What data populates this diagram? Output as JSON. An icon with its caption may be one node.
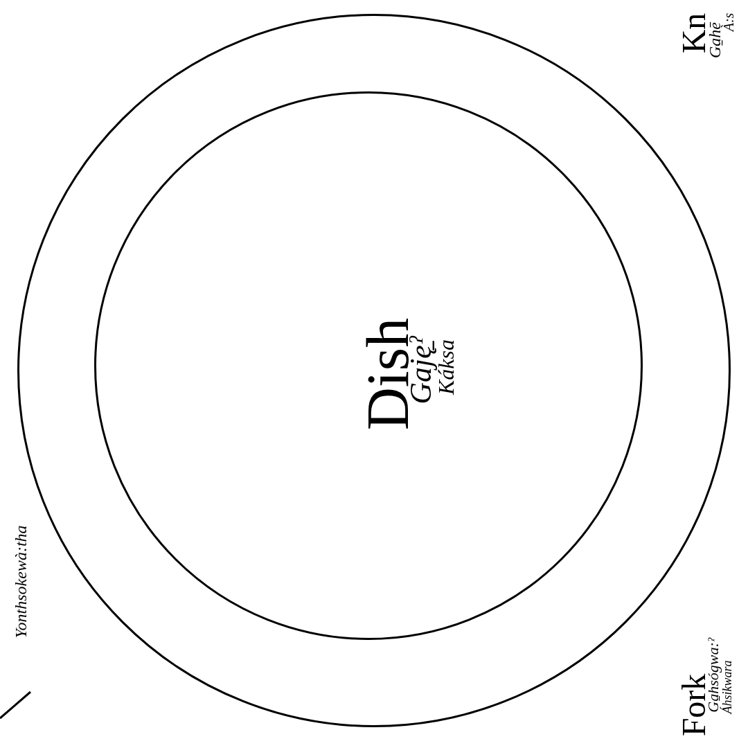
{
  "diagram": {
    "nodes": [
      {
        "text": [],
        "shape": "circle"
      },
      {
        "text": [
          "Dish",
          "Gaję̱ˀ",
          "Káksa"
        ],
        "in": 0
      }
    ],
    "labels": [
      "Kn",
      "Ga̱hē",
      "À:s",
      "Yonthsokewà:tha",
      "Fork",
      "Ga̱hsógwa:ˀ",
      "Áhsikwara"
    ]
  }
}
